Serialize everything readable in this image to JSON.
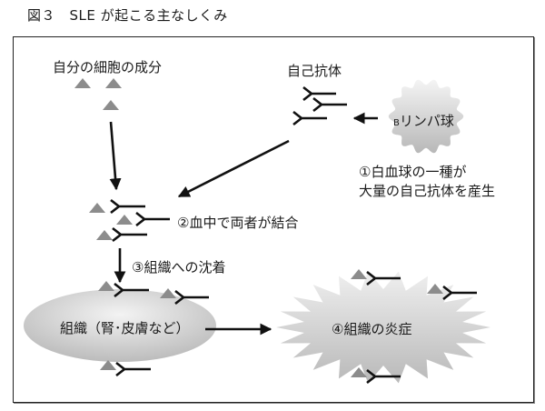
{
  "figure": {
    "title": "図３　SLE が起こる主なしくみ"
  },
  "labels": {
    "self_components": "自分の細胞の成分",
    "autoantibody": "自己抗体",
    "b_cell_prefix": "B",
    "b_cell_rest": "リンパ球",
    "step1_line1": "①白血球の一種が",
    "step1_line2": "大量の自己抗体を産生",
    "step2": "②血中で両者が結合",
    "step3": "③組織への沈着",
    "tissue": "組織（腎･皮膚など）",
    "step4": "④組織の炎症"
  },
  "colors": {
    "antigen": "#8c8c8c",
    "antibody": "#111111",
    "arrow": "#111111",
    "cell_light": "#f2f2f2",
    "cell_dark": "#bdbdbd",
    "frame": "#222222"
  },
  "icons": {
    "antigen": "triangle",
    "antibody": "Y-shape",
    "b_cell": "wavy-circle",
    "inflammation": "starburst",
    "tissue": "ellipse"
  }
}
